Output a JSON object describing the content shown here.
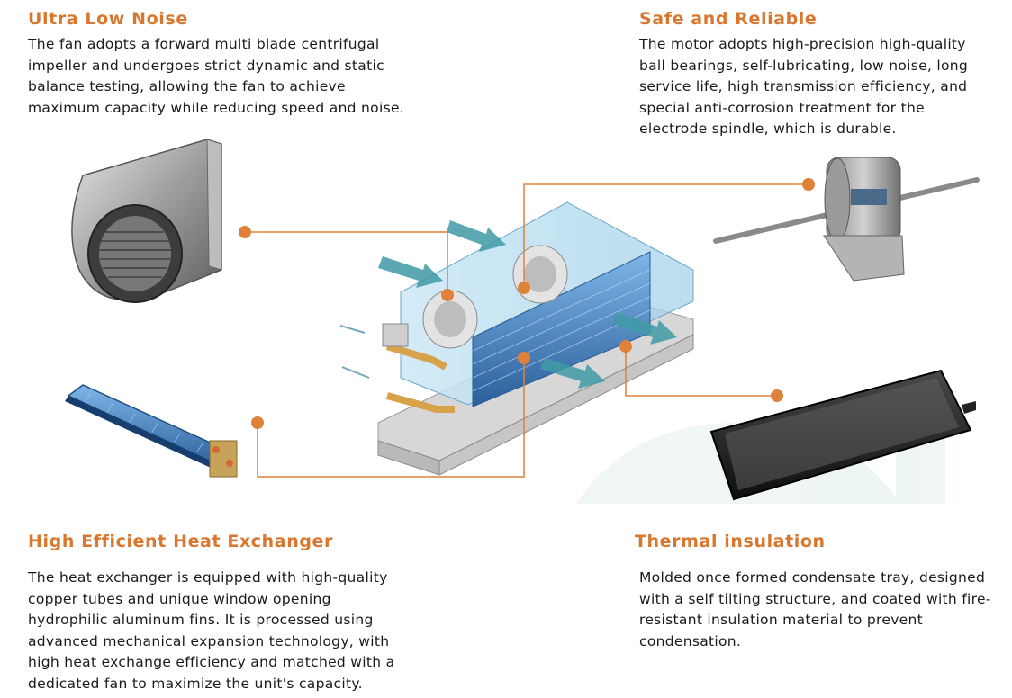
{
  "features": {
    "noise": {
      "title": "Ultra Low Noise",
      "text": "The fan adopts a forward multi blade centrifugal impeller and undergoes strict dynamic and static balance testing, allowing the fan to achieve maximum capacity while reducing speed and noise."
    },
    "safe": {
      "title": "Safe and Reliable",
      "text": "The motor adopts high-precision high-quality ball bearings, self-lubricating, low noise, long service life, high transmission efficiency, and special anti-corrosion treatment for the electrode spindle, which is durable."
    },
    "heat": {
      "title": "High Efficient Heat Exchanger",
      "text": "The heat exchanger is equipped with high-quality copper tubes and unique window opening hydrophilic aluminum fins. It is processed using advanced mechanical expansion technology, with high heat exchange efficiency and matched with a dedicated fan to maximize the unit's capacity."
    },
    "thermal": {
      "title": "Thermal insulation",
      "text": "Molded once formed condensate tray, designed with a self tilting structure, and coated with fire-resistant insulation material to prevent condensation."
    }
  },
  "colors": {
    "accent": "#d9772f",
    "connector": "#e0813a",
    "airflow": "#3f9aa6",
    "coil": "#3a7fc4"
  }
}
